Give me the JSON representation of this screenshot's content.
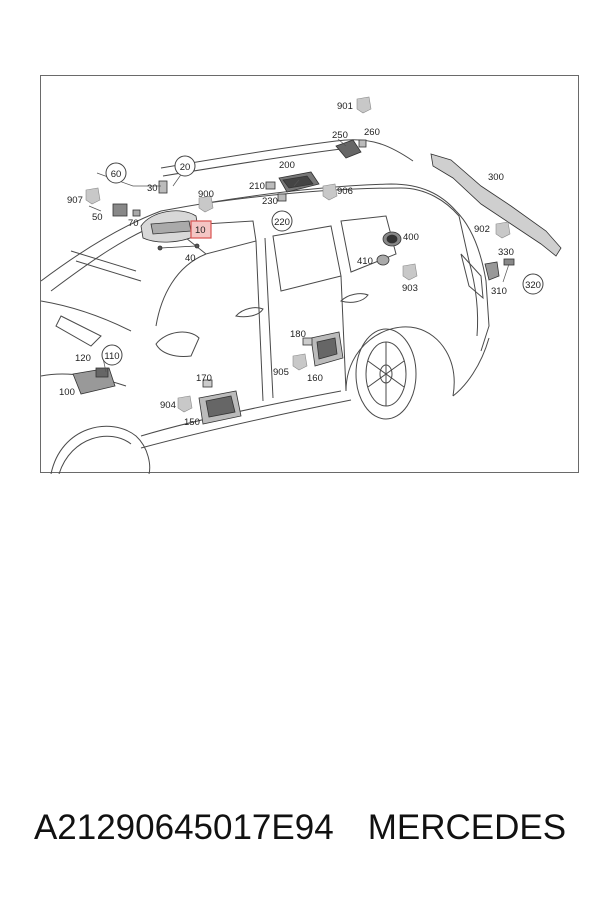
{
  "diagram": {
    "circled_labels": [
      "60",
      "20",
      "220",
      "110",
      "320"
    ],
    "plain_labels": [
      "901",
      "250",
      "260",
      "200",
      "210",
      "906",
      "230",
      "300",
      "907",
      "30",
      "900",
      "50",
      "70",
      "40",
      "400",
      "410",
      "902",
      "330",
      "903",
      "310",
      "180",
      "120",
      "905",
      "160",
      "100",
      "170",
      "904",
      "150"
    ],
    "highlighted_label": "10",
    "highlight_color": "#d9534f"
  },
  "caption": {
    "part_number": "A21290645017E94",
    "brand": "MERCEDES"
  }
}
